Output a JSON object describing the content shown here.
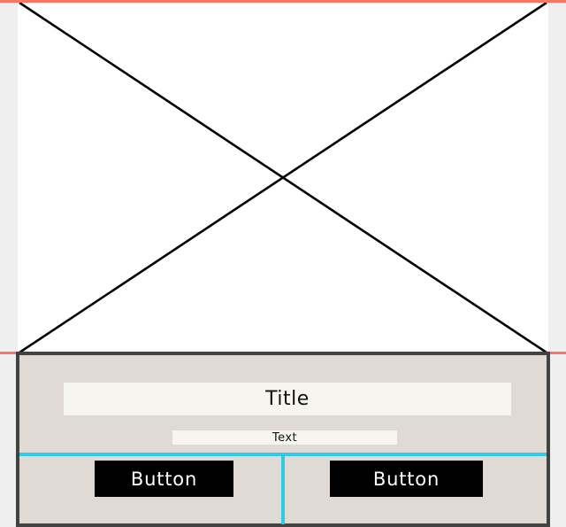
{
  "wireframe": {
    "image_placeholder": {
      "icon": "image-placeholder-x-icon"
    },
    "card": {
      "title": "Title",
      "text": "Text",
      "buttons": [
        {
          "label": "Button"
        },
        {
          "label": "Button"
        }
      ]
    }
  },
  "colors": {
    "guide_line": "#ff7364",
    "background": "#efefef",
    "card_fill": "#dfdbd4",
    "card_border": "#424242",
    "text_box_fill": "#f6f5ee",
    "divider": "#2ecbe6",
    "button_fill": "#000000",
    "button_text": "#ffffff"
  }
}
